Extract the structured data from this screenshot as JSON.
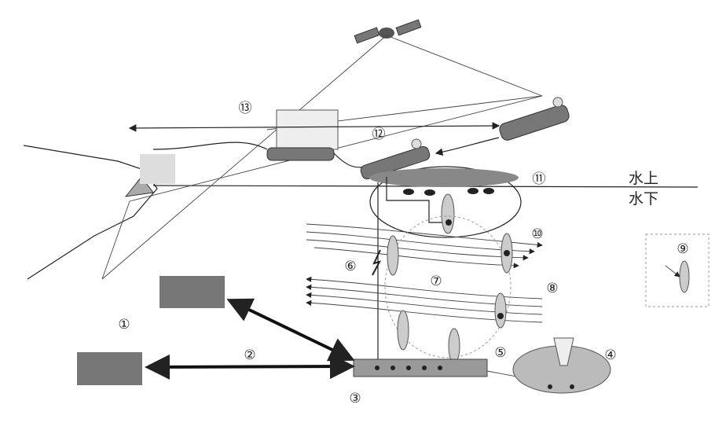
{
  "labels": {
    "l1": "①",
    "l2": "②",
    "l3": "③",
    "l4": "④",
    "l5": "⑤",
    "l6": "⑥",
    "l7": "⑦",
    "l8": "⑧",
    "l9": "⑨",
    "l10": "⑩",
    "l11": "⑪",
    "l12": "⑫",
    "l13": "⑬"
  },
  "surface_labels": {
    "above": "水上",
    "below": "水下"
  }
}
